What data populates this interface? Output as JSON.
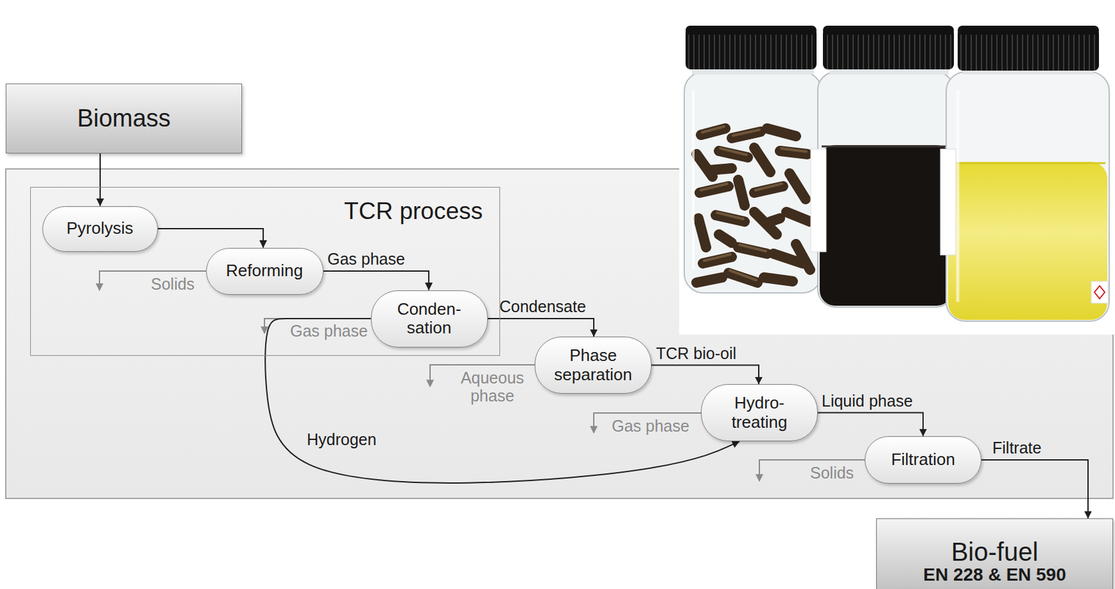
{
  "diagram": {
    "nodes": [
      {
        "text": [
          "Biomass"
        ]
      },
      {
        "text": [
          "TCR process"
        ]
      },
      {
        "text": [
          "Pyrolysis"
        ],
        "in": 1
      },
      {
        "text": [
          "Reforming"
        ],
        "in": 1
      },
      {
        "text": [
          "Conden- sation"
        ],
        "in": 1
      },
      {
        "text": [
          "Phase separation"
        ]
      },
      {
        "text": [
          "Hydro- treating"
        ]
      },
      {
        "text": [
          "Filtration"
        ]
      },
      {
        "text": [
          "Bio-fuel",
          "EN 228 & EN 590"
        ]
      }
    ],
    "edges": [
      {
        "from": 0,
        "to": 2,
        "arrow": "to"
      },
      {
        "from": 2,
        "to": 3,
        "arrow": "to"
      },
      {
        "from": 3,
        "to": 4,
        "label": "Gas phase",
        "arrow": "to"
      },
      {
        "from": 4,
        "to": 5,
        "label": "Condensate",
        "arrow": "to"
      },
      {
        "from": 5,
        "to": 6,
        "label": "TCR bio-oil",
        "arrow": "to"
      },
      {
        "from": 6,
        "to": 7,
        "label": "Liquid phase",
        "arrow": "to"
      },
      {
        "from": 7,
        "to": 8,
        "label": "Filtrate",
        "arrow": "to"
      },
      {
        "from": 4,
        "to": 6,
        "label": "Hydrogen",
        "arrow": "to"
      }
    ],
    "labels": [
      "Solids",
      "Gas phase",
      "Aqueous phase",
      "Gas phase",
      "Solids"
    ]
  }
}
